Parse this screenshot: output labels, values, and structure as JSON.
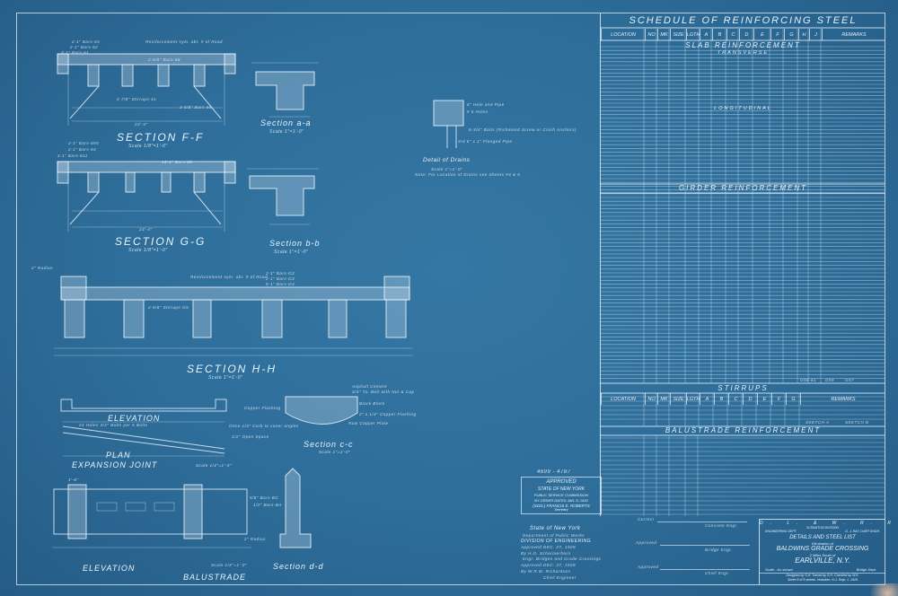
{
  "drawings": {
    "section_ff": {
      "title": "SECTION F-F",
      "scale": "Scale 1/8\"=1'-0\"",
      "notes": [
        "Reinforcement sym. abt. ¢ of Road",
        "2-1\" Bars-63",
        "2-1\" Bars-62",
        "3-1\" Bars-61",
        "2-5/8\" Bars-68",
        "2-7/8\" Stirrups-41",
        "3-5/8\" Bars-66",
        "23'-4\""
      ]
    },
    "section_aa": {
      "title": "Section a-a",
      "scale": "Scale 1\"=1'-0\""
    },
    "section_gg": {
      "title": "SECTION G-G",
      "scale": "Scale 1/8\"=1'-0\"",
      "notes": [
        "2-1\" Bars-655",
        "2-1\" Bars-64",
        "3-1\" Bars-611",
        "16-1\" Bars-68",
        "23'-4\""
      ]
    },
    "section_bb": {
      "title": "Section b-b",
      "scale": "Scale 1\"=1'-0\""
    },
    "detail_drains": {
      "title": "Detail of Drains",
      "scale": "Scale 1\"=1'-0\"",
      "note": "Note: For Location of Drains see Sheets #4 & 5",
      "callouts": [
        "6\" Hole and Pipe",
        "# 6 Holes",
        "6-3/4\" Bolts (Richmond Screw or Cinch Anchors)",
        "3rd 6\" x 1\" Flanged Pipe"
      ]
    },
    "section_hh": {
      "title": "SECTION H-H",
      "scale": "Scale 1\"=1'-0\"",
      "notes": [
        "2\" Radius",
        "Reinforcement sym. abt. ¢ of Road",
        "2-1\" Bars-G2",
        "2-1\" Bars-G3",
        "5-1\" Bars-G4",
        "2-5/8\" Stirrups-G5"
      ]
    },
    "expansion_joint": {
      "elevation": "ELEVATION",
      "plan": "PLAN",
      "title": "EXPANSION JOINT",
      "scale": "Scale 1/4\"=1'-0\"",
      "notes": [
        "Copper Flashing",
        "24 Holes 3/4\" Bolts per 5 Bolts",
        "Once 1/4\" Curb to cover angles",
        "1/2\" Open Space"
      ]
    },
    "section_cc": {
      "title": "Section c-c",
      "scale": "Scale 1\"=1'-0\"",
      "notes": [
        "Asphalt Cement",
        "3/4\" Ta. Bolt with Nut & Cap",
        "Black Block",
        "2\" x 1/4\" Copper Flashing",
        "Raw Copper Plate"
      ]
    },
    "balustrade": {
      "elevation": "ELEVATION",
      "title": "BALUSTRADE",
      "scale": "Scale 1/2\"=1'-0\"",
      "section": "Section d-d",
      "notes": [
        "2\" Radius",
        "1'-6\"",
        "5/8\" Bars-BC",
        "1/2\" Bars-BA"
      ]
    }
  },
  "approvals": {
    "file_no": "4699 - 4787",
    "stamp": {
      "line1": "APPROVED",
      "line2": "STATE OF NEW YORK",
      "line3": "PUBLIC SERVICE COMMISSION",
      "line4": "BY ORDER DATED JAN. 8, 1930",
      "line5": "(SGD.) FRANCIS E. ROBERTS",
      "line6": "Secretary"
    },
    "state": {
      "line1": "State of New York",
      "line2": "Department of Public Works",
      "line3": "DIVISION OF ENGINEERING",
      "line4": "Approved DEC. 27, 1929",
      "line5": "By H.O. Schermerhorn",
      "line6": "Engr. Bridges and Grade Crossings",
      "line7": "Approved DEC. 27, 1929",
      "line8": "By W.R.M. Richardson",
      "line9": "Chief Engineer"
    },
    "signatures": [
      {
        "label": "Correct",
        "title": "Concrete Engr."
      },
      {
        "label": "Approved",
        "title": "Bridge Engr."
      },
      {
        "label": "Approved",
        "title": "Chief Engr."
      }
    ]
  },
  "schedule": {
    "title": "SCHEDULE OF REINFORCING STEEL",
    "columns": [
      "LOCATION",
      "NO",
      "MK",
      "SIZE",
      "LGTH",
      "A",
      "B",
      "C",
      "D",
      "E",
      "F",
      "G",
      "H",
      "J",
      "REMARKS"
    ],
    "sections": {
      "slab": "SLAB REINFORCEMENT",
      "transverse": "TRANSVERSE",
      "longitudinal": "LONGITUDINAL",
      "girder": "GIRDER REINFORCEMENT",
      "stirrups": "STIRRUPS",
      "balustrade": "BALUSTRADE REINFORCEMENT"
    },
    "stirrup_columns": [
      "LOCATION",
      "NO",
      "MK",
      "SIZE",
      "LGTH",
      "A",
      "B",
      "C",
      "D",
      "E",
      "F",
      "G",
      "REMARKS"
    ],
    "sketches": [
      "SKETCH A",
      "SKETCH B"
    ],
    "bend_labels": [
      "G58-61",
      "G59",
      "G57"
    ]
  },
  "title_block": {
    "railroad": "D. L. & W. R. R.",
    "division": "SCRANTON DIVISION",
    "dept": "ENGINEERING DEPT.",
    "chief": "G. J. RAY CHIEF ENGR.",
    "line1": "DETAILS AND STEEL LIST",
    "line2": "Elimination of",
    "line3": "BALDWINS GRADE CROSSING",
    "line4": "2 Miles South of",
    "line5": "EARLVILLE, N.Y.",
    "scale": "Scale - As shown",
    "dept2": "Bridge Dept.",
    "designed": "Designed by S.H. Traced by S.H. Checked by W.K.",
    "sheet": "Sheet 8 of 8 sheets.  Hoboken, N.J. Sept. 1, 1929"
  },
  "colors": {
    "paper": "#2e6d99",
    "ink": "#eaf4fb"
  }
}
